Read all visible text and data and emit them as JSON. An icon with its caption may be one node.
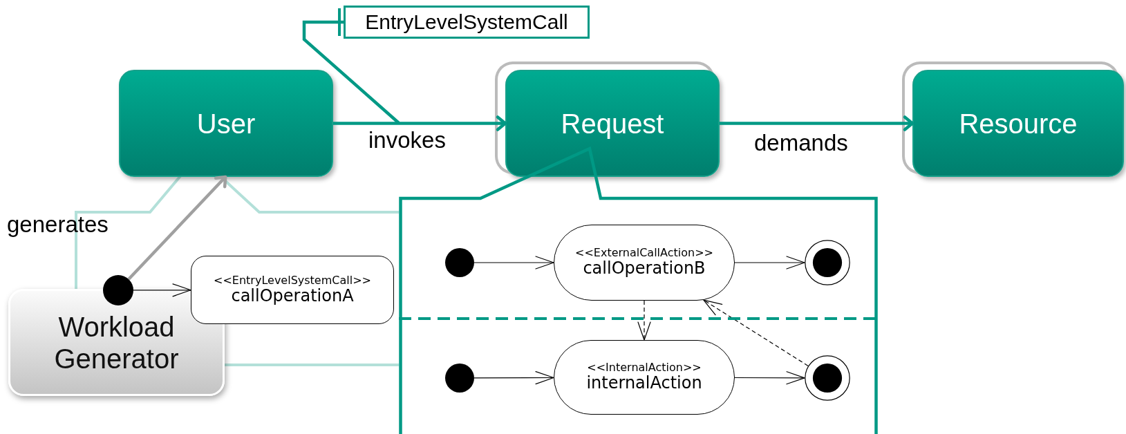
{
  "diagram": {
    "nodes": [
      {
        "text": [
          "User"
        ]
      },
      {
        "text": [
          "Request"
        ]
      },
      {
        "text": [
          "Resource"
        ]
      },
      {
        "text": [
          "EntryLevelSystemCall"
        ]
      },
      {
        "text": [],
        "shape": "callout"
      },
      {
        "text": [],
        "shape": "circle",
        "in": 4
      },
      {
        "text": [
          "<<EntryLevelSystemCall>>",
          "callOperationA"
        ],
        "in": 4
      },
      {
        "text": [
          "Workload Generator"
        ]
      },
      {
        "text": [],
        "shape": "callout"
      },
      {
        "text": [],
        "shape": "circle",
        "in": 8
      },
      {
        "text": [
          "<<ExternalCallAction>>",
          "callOperationB"
        ],
        "in": 8
      },
      {
        "text": [],
        "shape": "circle",
        "in": 8
      },
      {
        "text": [],
        "shape": "circle",
        "in": 8
      },
      {
        "text": [
          "<<InternalAction>>",
          "internalAction"
        ],
        "in": 8
      },
      {
        "text": [],
        "shape": "circle",
        "in": 8
      }
    ],
    "edges": [
      {
        "from": 0,
        "to": 1,
        "arrow": "to",
        "label": "invokes",
        "style": "thick",
        "color": "#009985"
      },
      {
        "from": 1,
        "to": 2,
        "arrow": "to",
        "label": "demands",
        "style": "thick",
        "color": "#009985"
      },
      {
        "from": 3,
        "to": null,
        "arrow": "other",
        "style": "thick",
        "color": "#009985"
      },
      {
        "from": 5,
        "to": 0,
        "arrow": "to",
        "label": "generates",
        "style": "thick",
        "color": "#a0a0a0"
      },
      {
        "from": 5,
        "to": 6,
        "arrow": "to"
      },
      {
        "from": 9,
        "to": 10,
        "arrow": "to"
      },
      {
        "from": 10,
        "to": 11,
        "arrow": "to"
      },
      {
        "from": 12,
        "to": 13,
        "arrow": "to"
      },
      {
        "from": 13,
        "to": 14,
        "arrow": "to"
      },
      {
        "from": 10,
        "to": 13,
        "arrow": "to",
        "style": "dashed"
      },
      {
        "from": 14,
        "to": 10,
        "arrow": "to",
        "style": "dashed"
      }
    ]
  }
}
